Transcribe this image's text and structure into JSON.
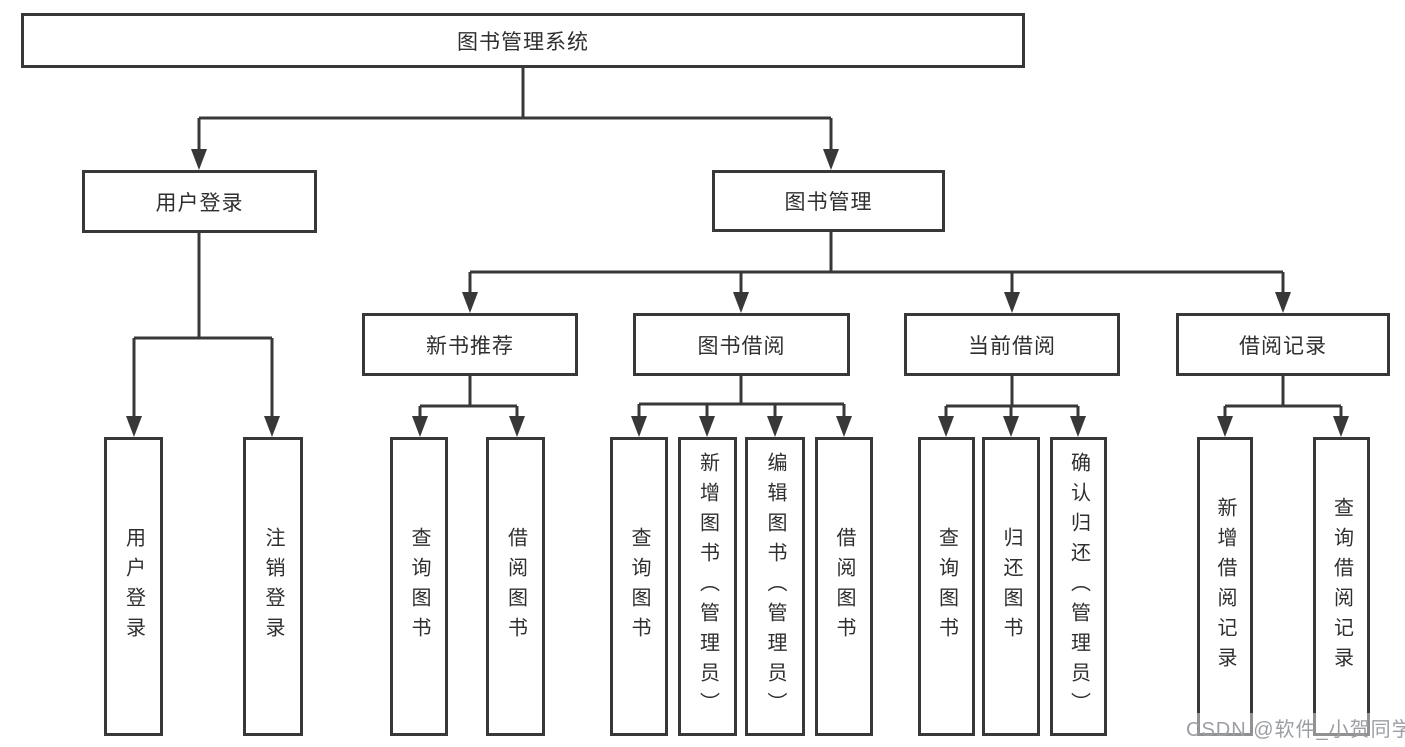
{
  "tree": {
    "label": "图书管理系统",
    "children": [
      {
        "label": "用户登录",
        "children": [
          {
            "label": "用户登录"
          },
          {
            "label": "注销登录"
          }
        ]
      },
      {
        "label": "图书管理",
        "children": [
          {
            "label": "新书推荐",
            "children": [
              {
                "label": "查询图书"
              },
              {
                "label": "借阅图书"
              }
            ]
          },
          {
            "label": "图书借阅",
            "children": [
              {
                "label": "查询图书"
              },
              {
                "label": "新增图书（管理员）"
              },
              {
                "label": "编辑图书（管理员）"
              },
              {
                "label": "借阅图书"
              }
            ]
          },
          {
            "label": "当前借阅",
            "children": [
              {
                "label": "查询图书"
              },
              {
                "label": "归还图书"
              },
              {
                "label": "确认归还（管理员）"
              }
            ]
          },
          {
            "label": "借阅记录",
            "children": [
              {
                "label": "新增借阅记录"
              },
              {
                "label": "查询借阅记录"
              }
            ]
          }
        ]
      }
    ]
  },
  "watermark": {
    "text": "CSDN @软件_小贺同学"
  },
  "colors": {
    "line": "#383838",
    "text": "#2f2f2f",
    "background": "#ffffff",
    "watermark": "#9b9ea3"
  }
}
